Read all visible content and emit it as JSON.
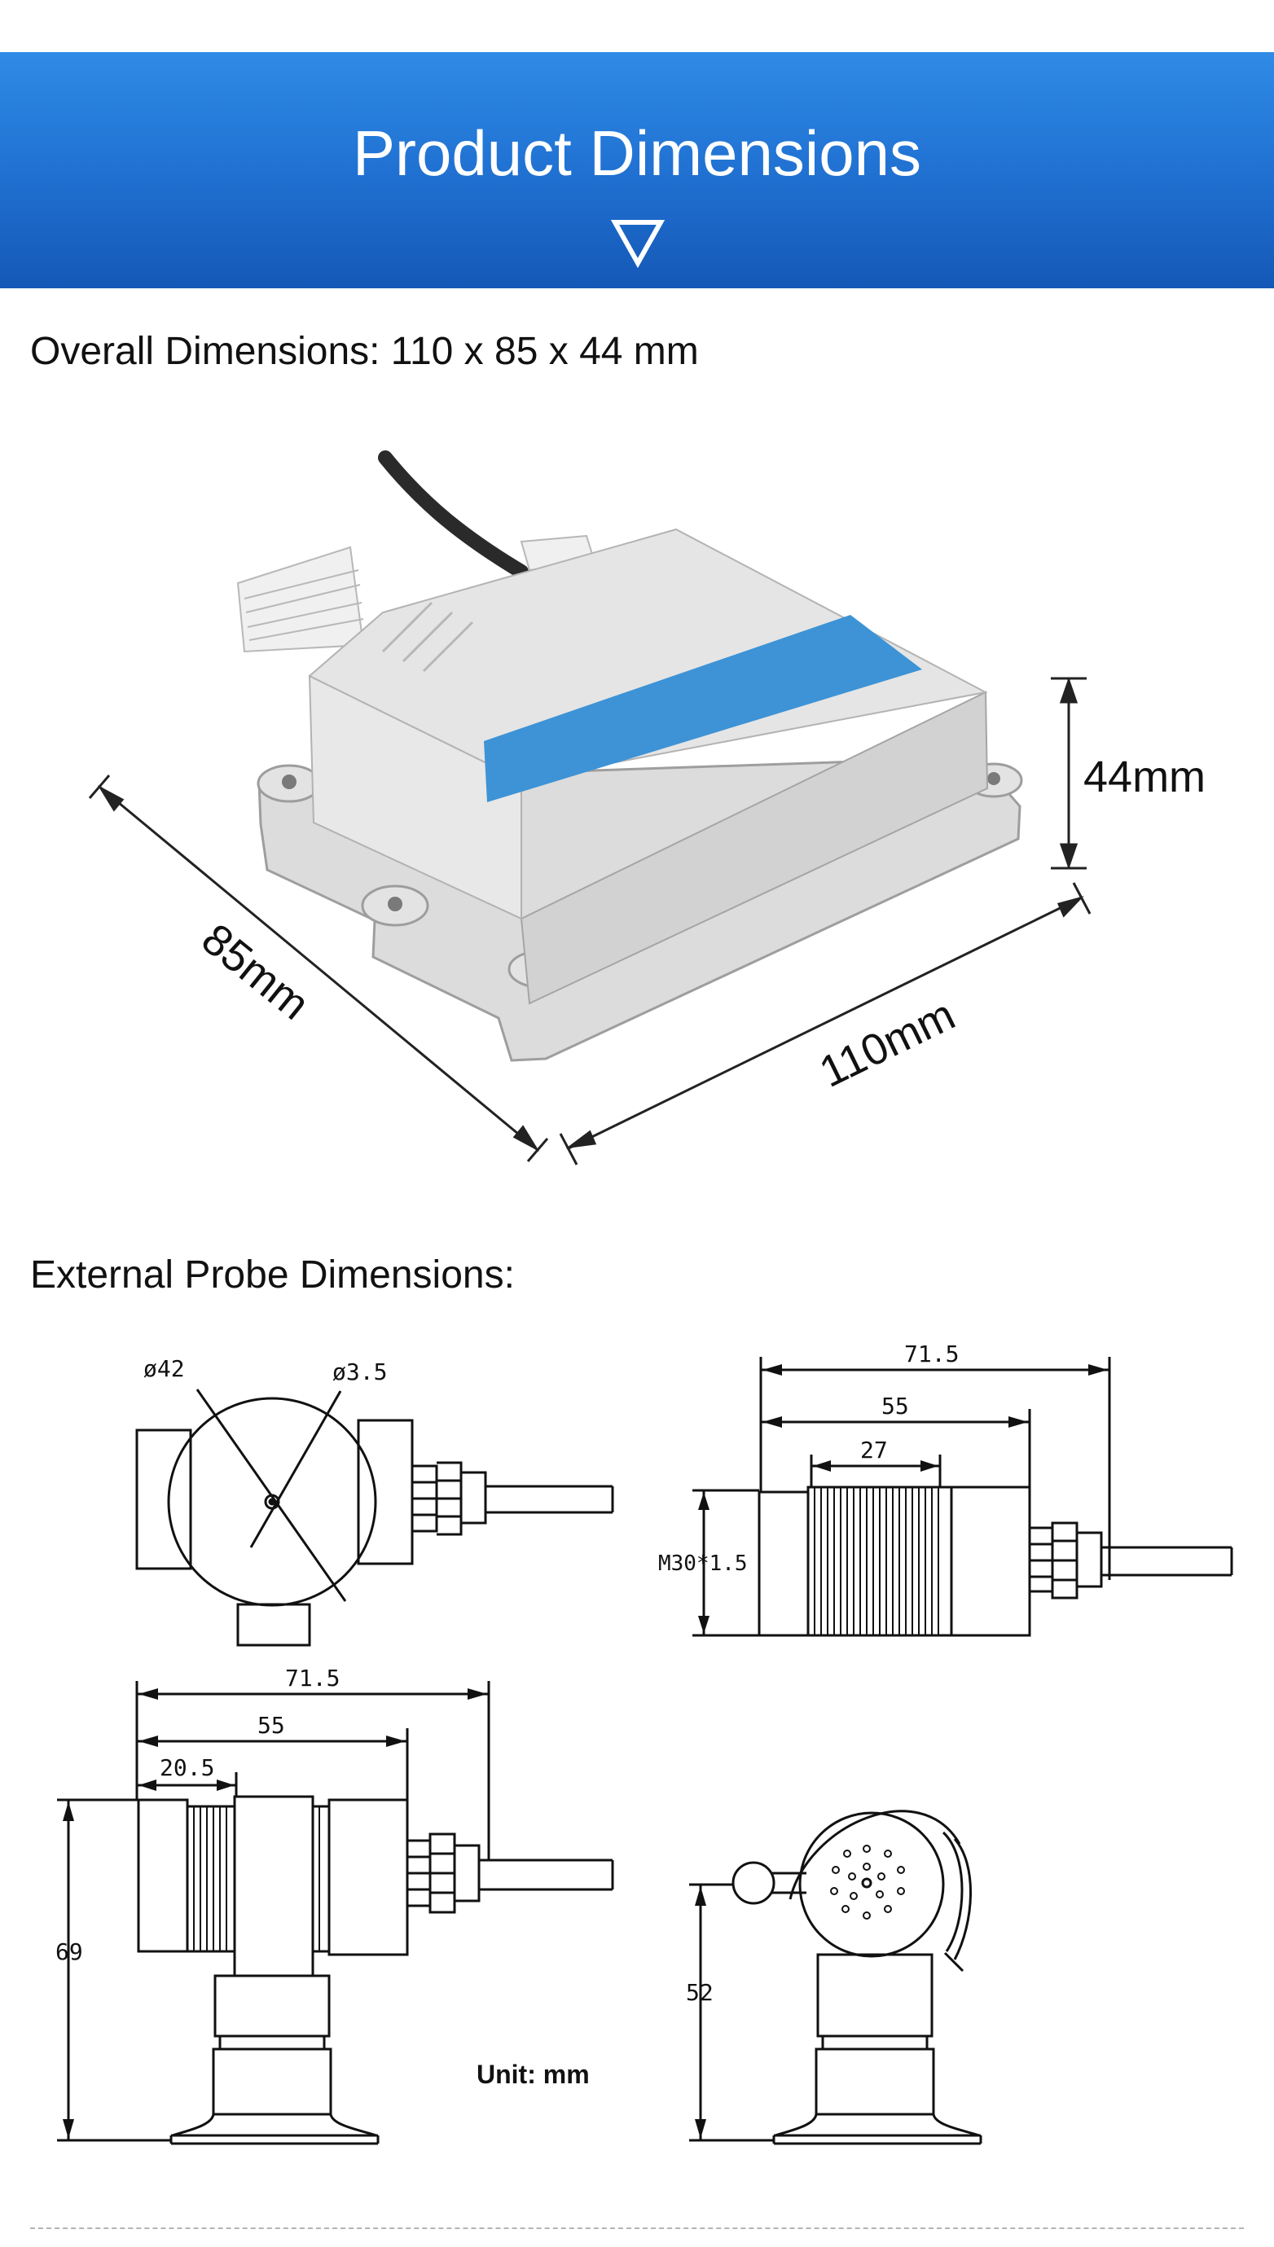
{
  "banner": {
    "title": "Product Dimensions",
    "icon": "down-triangle-outline-icon",
    "color_top": "#2f8be6",
    "color_bottom": "#1558b6"
  },
  "overall": {
    "heading": "Overall Dimensions: 110 x 85 x 44 mm",
    "callouts": {
      "height": "44mm",
      "depth": "85mm",
      "length": "110mm"
    },
    "label_stripe_color": "#3d93d6"
  },
  "probe": {
    "heading": "External Probe Dimensions:",
    "front_view": {
      "diameter_outer": "ø42",
      "diameter_hole": "ø3.5"
    },
    "side_view_top": {
      "overall": "71.5",
      "body": "55",
      "thread": "27",
      "thread_spec": "M30*1.5"
    },
    "side_view_bottom": {
      "overall": "71.5",
      "body": "55",
      "thread": "20.5",
      "height": "69"
    },
    "end_view": {
      "height": "52"
    },
    "unit_note": "Unit: mm"
  }
}
